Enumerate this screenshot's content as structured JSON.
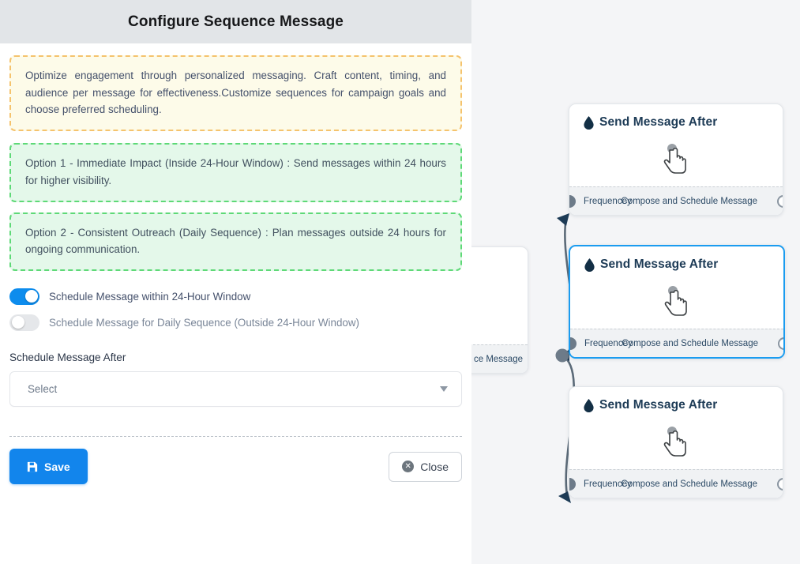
{
  "panel": {
    "title": "Configure Sequence Message",
    "callouts": [
      {
        "tone": "amber",
        "text": "Optimize engagement through personalized messaging. Craft content, timing, and audience per message for effectiveness.Customize sequences for campaign goals and choose preferred scheduling."
      },
      {
        "tone": "green",
        "text": "Option 1 - Immediate Impact (Inside 24-Hour Window) : Send messages within 24 hours for higher visibility."
      },
      {
        "tone": "green",
        "text": "Option 2 - Consistent Outreach (Daily Sequence) : Plan messages outside 24 hours for ongoing communication."
      }
    ],
    "toggles": [
      {
        "label": "Schedule Message within 24-Hour Window",
        "state": "on"
      },
      {
        "label": "Schedule Message for Daily Sequence (Outside 24-Hour Window)",
        "state": "off"
      }
    ],
    "schedule_field": {
      "label": "Schedule Message After",
      "value": "Select",
      "caret_icon": "chevron-down-icon"
    },
    "footer": {
      "save_label": "Save",
      "save_icon": "save-floppy-icon",
      "close_label": "Close",
      "close_icon": "close-circle-icon"
    }
  },
  "canvas": {
    "nodes": [
      {
        "title": "Send Message After",
        "icon": "droplet-icon",
        "body_icon": "pointing-hand-cursor-icon",
        "foot_left": "Frequencey",
        "foot_right": "Compose and Schedule Message",
        "selected": false
      },
      {
        "title": "Send Message After",
        "icon": "droplet-icon",
        "body_icon": "pointing-hand-cursor-icon",
        "foot_left": "Frequencey",
        "foot_right": "Compose and Schedule Message",
        "selected": true
      },
      {
        "title": "Send Message After",
        "icon": "droplet-icon",
        "body_icon": "pointing-hand-cursor-icon",
        "foot_left": "Frequencey",
        "foot_right": "Compose and Schedule Message",
        "selected": false
      }
    ],
    "upstream_node": {
      "foot_right": "ce Message"
    }
  },
  "colors": {
    "accent_blue": "#1285ec",
    "selected_border": "#1b9cf0",
    "amber_border": "#f5c36d",
    "amber_fill": "#fdfbe9",
    "green_border": "#5ed977",
    "green_fill": "#e4f8ea",
    "header_bar": "#e2e5e8",
    "canvas_bg": "#f4f5f7",
    "node_title": "#1d3b56",
    "handle_grey": "#6d7b89"
  }
}
